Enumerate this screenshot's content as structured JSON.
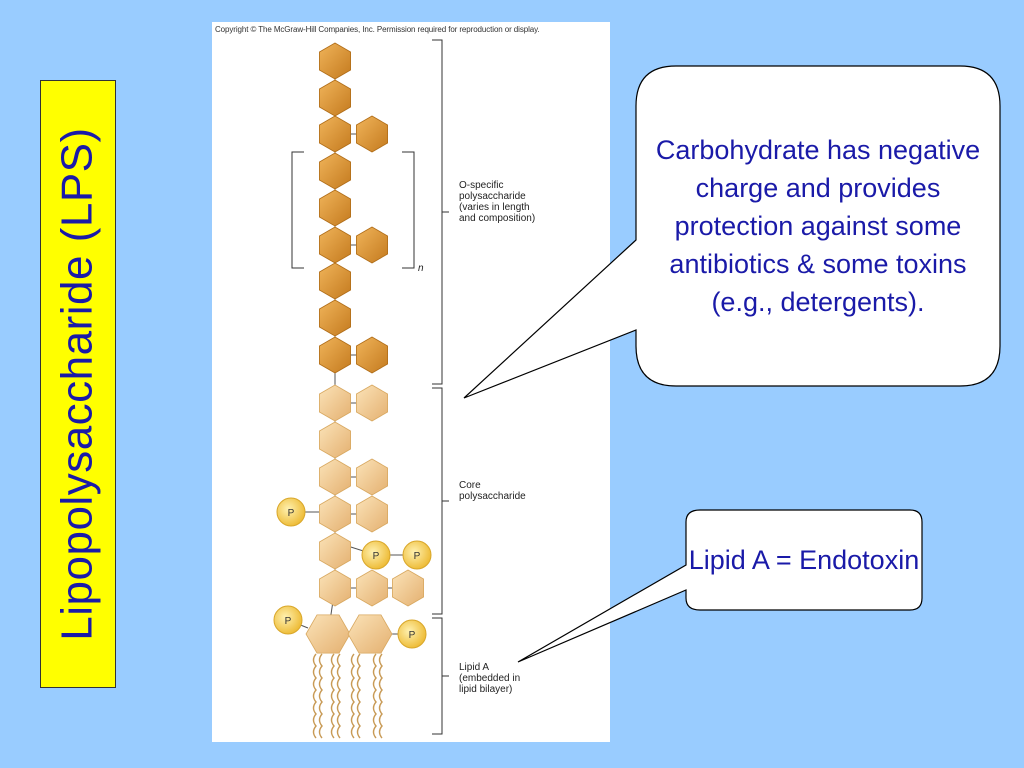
{
  "title": "Lipopolysaccharide (LPS)",
  "figure": {
    "copyright": "Copyright © The McGraw-Hill Companies, Inc. Permission required for reproduction or display.",
    "labels": {
      "o_specific": "O-specific\npolysaccharide\n(varies in length\nand composition)",
      "repeat_n": "n",
      "core": "Core\npolysaccharide",
      "lipid_a": "Lipid A\n(embedded in\nlipid bilayer)"
    },
    "phosphate_label": "P"
  },
  "callouts": {
    "carbohydrate": "Carbohydrate has negative charge and provides protection against some antibiotics & some toxins (e.g., detergents).",
    "lipid_a": "Lipid A = Endotoxin"
  },
  "colors": {
    "background": "#99ccff",
    "title_box": "#ffff00",
    "text_blue": "#1a1aa8",
    "hex_dark": "#d9912f",
    "hex_light": "#f2cc90",
    "phosphate": "#f7d35a"
  }
}
